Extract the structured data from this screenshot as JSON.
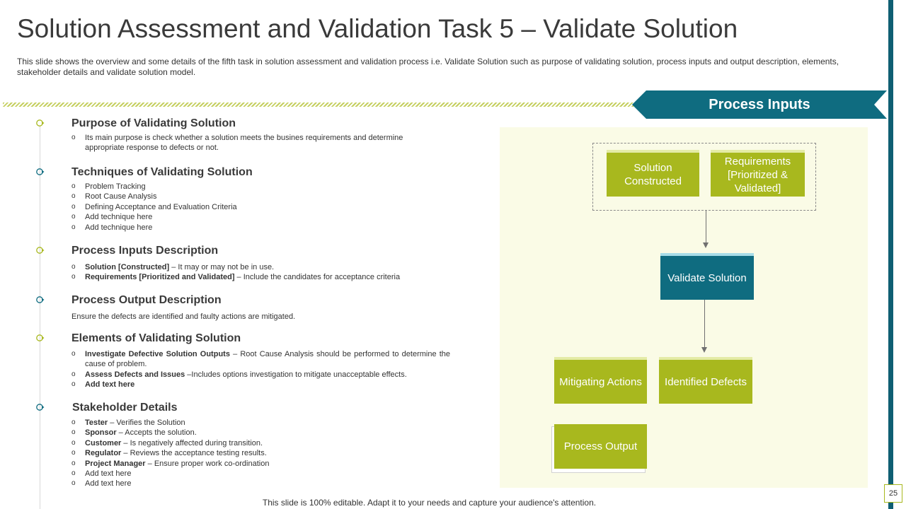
{
  "slide": {
    "title": "Solution Assessment and Validation Task 5 – Validate Solution",
    "description": "This slide shows the overview  and some details of the fifth task in solution assessment and validation  process i.e. Validate Solution such as purpose of validating  solution, process inputs and output description, elements,  stakeholder details and validate  solution model.",
    "footer": "This slide is 100% editable. Adapt it to your needs and capture your audience's attention.",
    "page_number": "25"
  },
  "colors": {
    "teal": "#0f6c80",
    "green": "#a8b81e",
    "panel": "#fafbe6"
  },
  "sections": [
    {
      "title": "Purpose of Validating Solution",
      "items": [
        {
          "bold": "",
          "text": "Its main purpose is check whether a solution meets the busines requirements and determine appropriate response to defects or not."
        }
      ]
    },
    {
      "title": "Techniques of Validating Solution",
      "items": [
        {
          "bold": "",
          "text": "Problem Tracking"
        },
        {
          "bold": "",
          "text": "Root Cause Analysis"
        },
        {
          "bold": "",
          "text": "Defining Acceptance and Evaluation Criteria"
        },
        {
          "bold": "",
          "text": "Add technique here"
        },
        {
          "bold": "",
          "text": "Add technique here"
        }
      ]
    },
    {
      "title": "Process Inputs Description",
      "items": [
        {
          "bold": "Solution [Constructed]",
          "text": " – It may or may not be in use."
        },
        {
          "bold": "Requirements [Prioritized and Validated]",
          "text": " – Include the candidates for acceptance criteria"
        }
      ]
    },
    {
      "title": "Process Output Description",
      "text": "Ensure the defects are identified and faulty actions are mitigated."
    },
    {
      "title": "Elements of Validating Solution",
      "items": [
        {
          "bold": "Investigate Defective Solution Outputs",
          "text": " – Root Cause Analysis should be performed to determine the cause of problem."
        },
        {
          "bold": "Assess Defects and Issues",
          "text": " –Includes options investigation to mitigate unacceptable effects."
        },
        {
          "bold": "Add text here",
          "text": ""
        }
      ]
    },
    {
      "title": "Stakeholder Details",
      "items": [
        {
          "bold": "Tester",
          "text": " – Verifies the Solution"
        },
        {
          "bold": "Sponsor",
          "text": " – Accepts the solution."
        },
        {
          "bold": "Customer",
          "text": " – Is negatively affected during transition."
        },
        {
          "bold": "Regulator",
          "text": " – Reviews the acceptance testing results."
        },
        {
          "bold": "Project Manager",
          "text": " – Ensure proper work co-ordination"
        },
        {
          "bold": "",
          "text": "Add text here"
        },
        {
          "bold": "",
          "text": "Add text here"
        }
      ]
    }
  ],
  "diagram": {
    "banner": "Process Inputs",
    "solution_constructed": "Solution Constructed",
    "requirements": "Requirements [Prioritized & Validated]",
    "validate_solution": "Validate Solution",
    "mitigating_actions": "Mitigating Actions",
    "identified_defects": "Identified Defects",
    "process_output": "Process Output"
  }
}
